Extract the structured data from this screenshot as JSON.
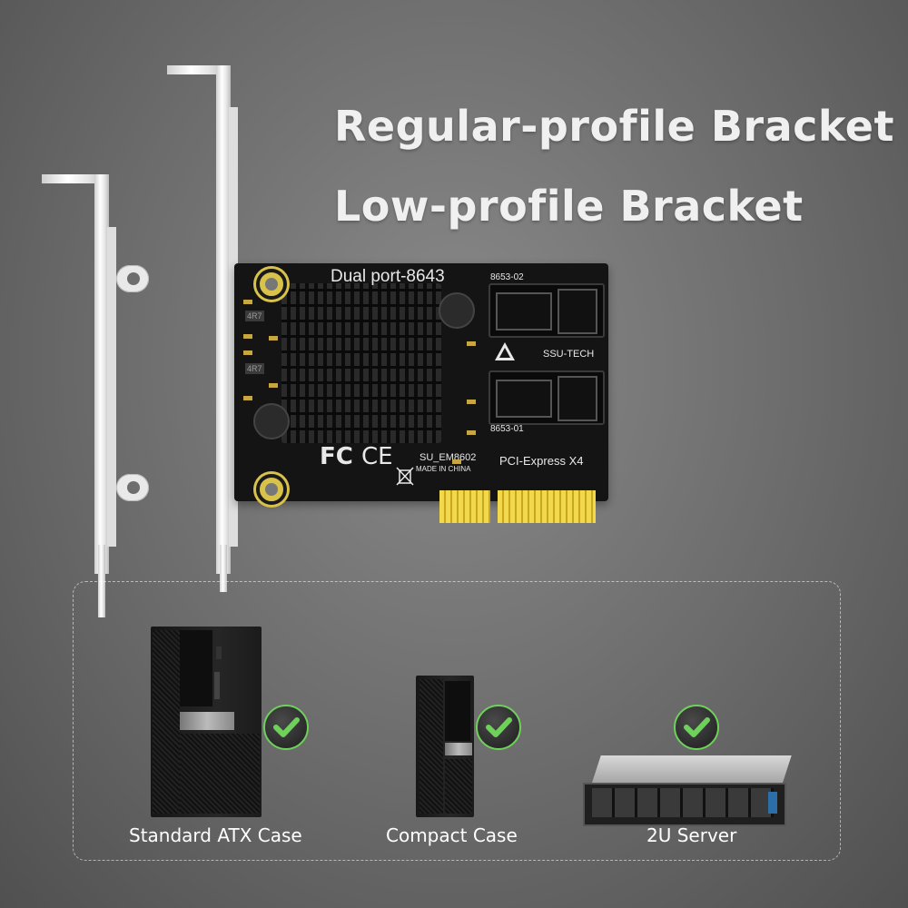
{
  "headlines": {
    "regular": "Regular-profile Bracket",
    "low": "Low-profile Bracket"
  },
  "card": {
    "model": "Dual port-8643",
    "port_top": "8653-02",
    "port_bottom": "8653-01",
    "brand": "SSU-TECH",
    "part": "SU_EM8602",
    "origin": "MADE IN CHINA",
    "interface": "PCI-Express X4",
    "fc_mark": "FC",
    "ce_mark": "CE",
    "chip_a": "4R7",
    "chip_b": "4R7"
  },
  "compatibility": [
    {
      "label": "Standard ATX Case",
      "supported": true,
      "icon": "check-icon"
    },
    {
      "label": "Compact Case",
      "supported": true,
      "icon": "check-icon"
    },
    {
      "label": "2U Server",
      "supported": true,
      "icon": "check-icon"
    }
  ],
  "colors": {
    "check": "#6dd15a",
    "gold": "#f2d84c",
    "pcb": "#141414"
  }
}
